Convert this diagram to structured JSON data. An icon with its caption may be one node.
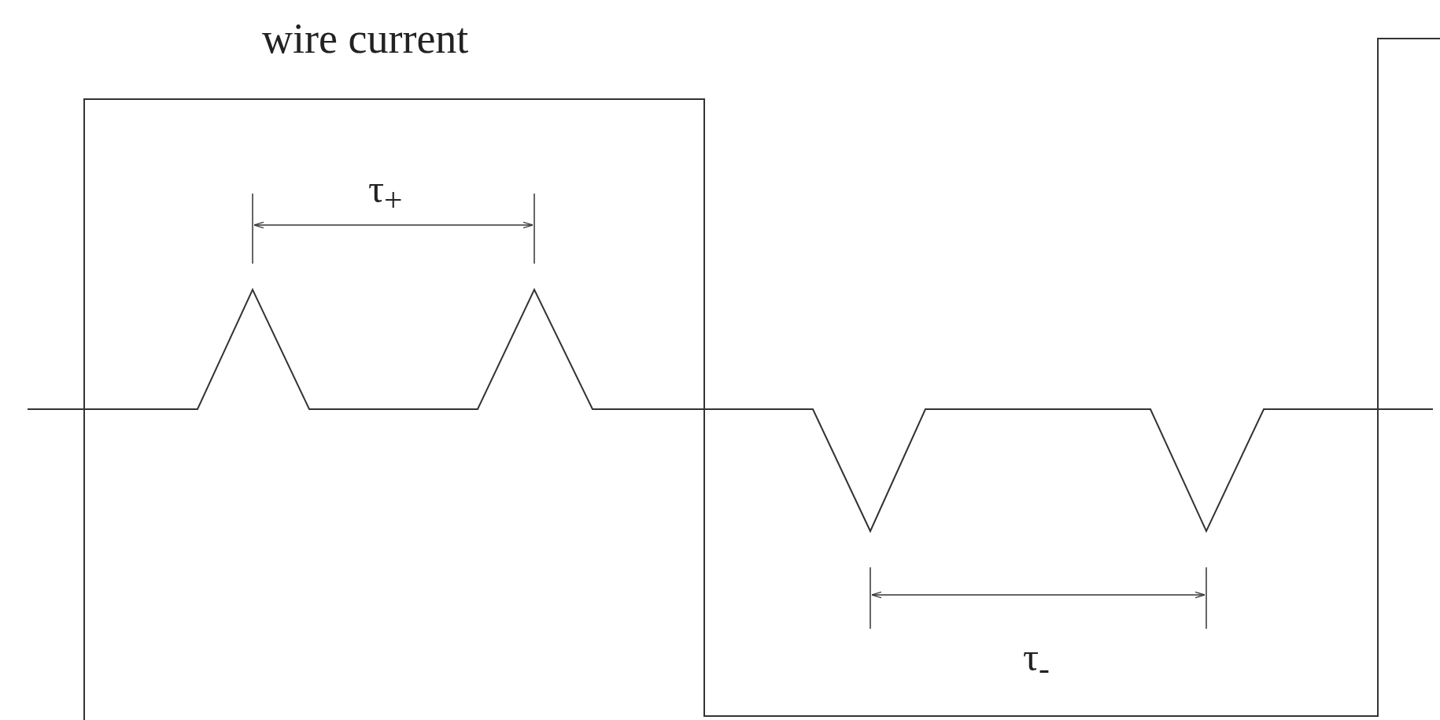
{
  "diagram": {
    "labels": [
      "wire current",
      "τ$_{+}$",
      "τ$_{-}$"
    ]
  }
}
